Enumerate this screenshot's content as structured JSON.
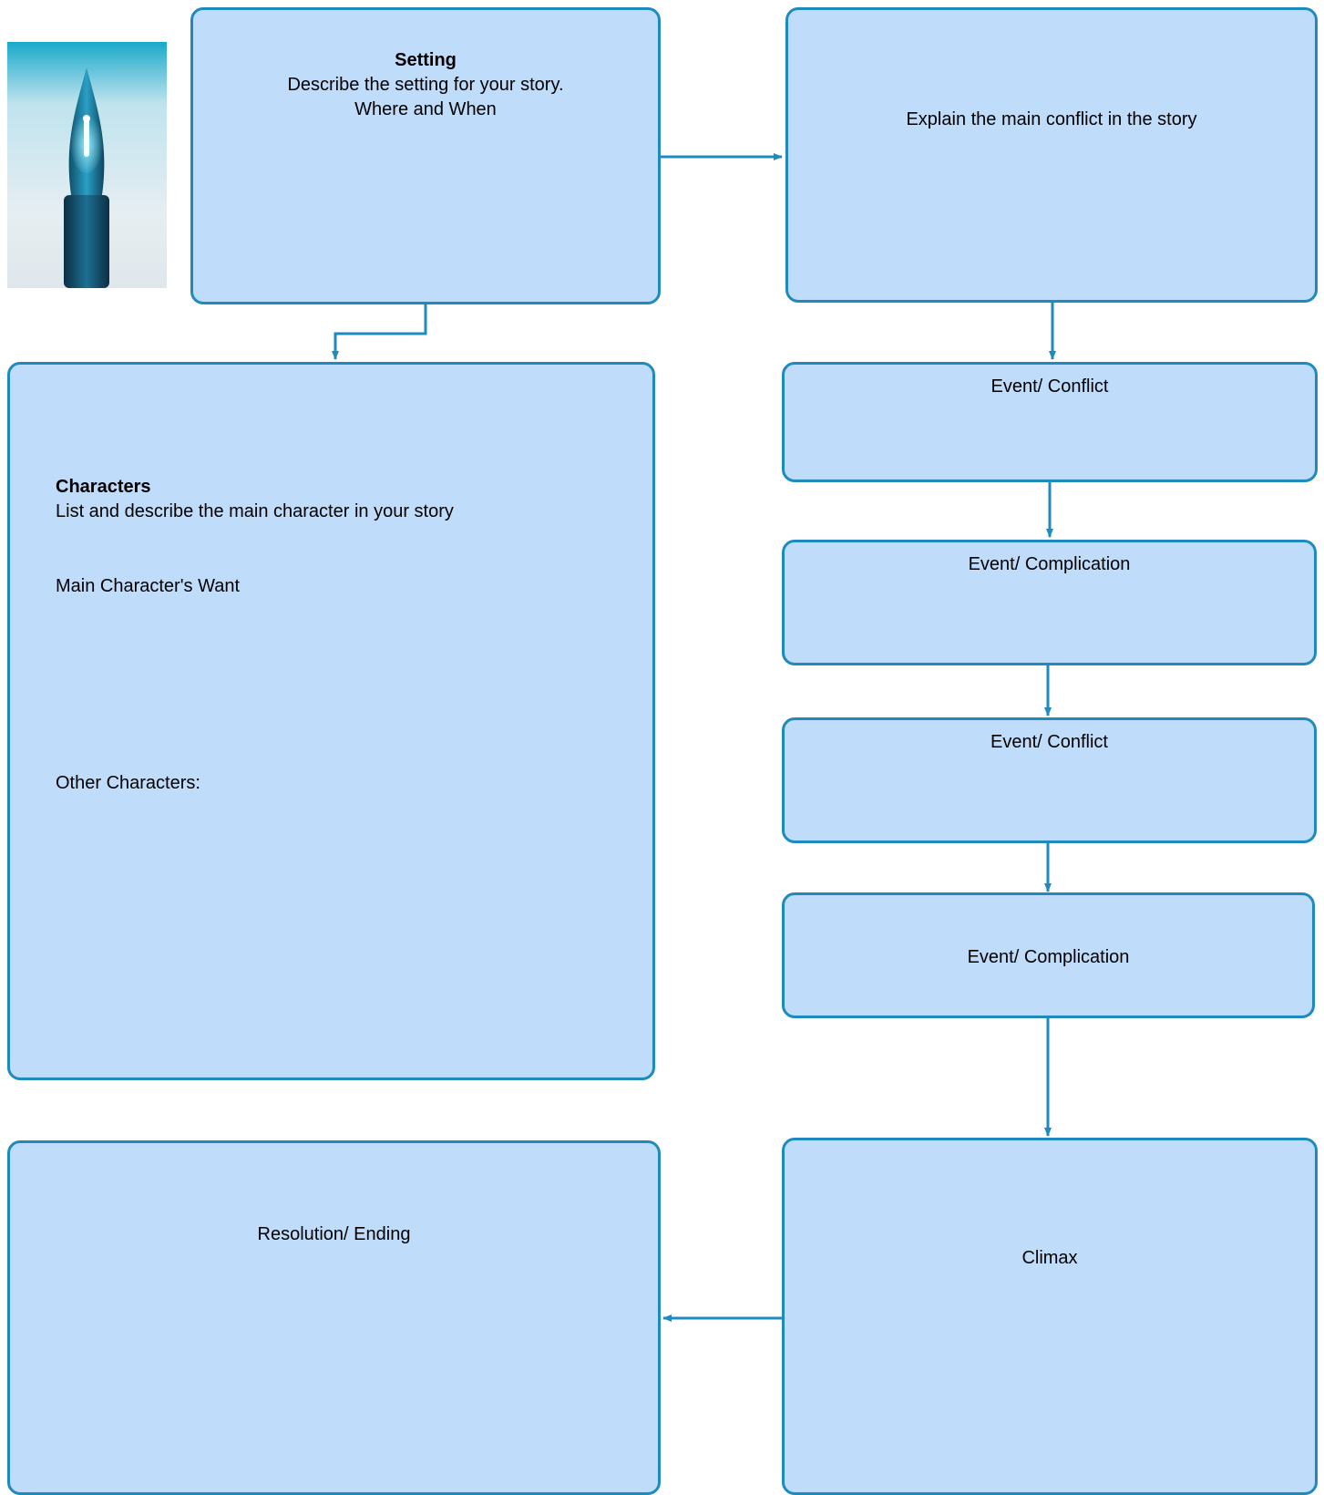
{
  "setting": {
    "title": "Setting",
    "line1": "Describe the setting for your story.",
    "line2": "Where and When"
  },
  "conflict": {
    "text": "Explain the main conflict in the story"
  },
  "characters": {
    "title": "Characters",
    "line1": "List and describe the main character in your story",
    "want": "Main Character's Want",
    "others": "Other Characters:"
  },
  "events": [
    {
      "label": "Event/ Conflict"
    },
    {
      "label": "Event/ Complication"
    },
    {
      "label": "Event/ Conflict"
    },
    {
      "label": "Event/ Complication"
    }
  ],
  "climax": {
    "label": "Climax"
  },
  "resolution": {
    "label": "Resolution/ Ending"
  },
  "colors": {
    "box_fill": "#bfdcfb",
    "box_border": "#1f8bbd",
    "connector": "#1f8bbd"
  },
  "decor": {
    "pen_icon": "fountain-pen-nib-icon"
  }
}
